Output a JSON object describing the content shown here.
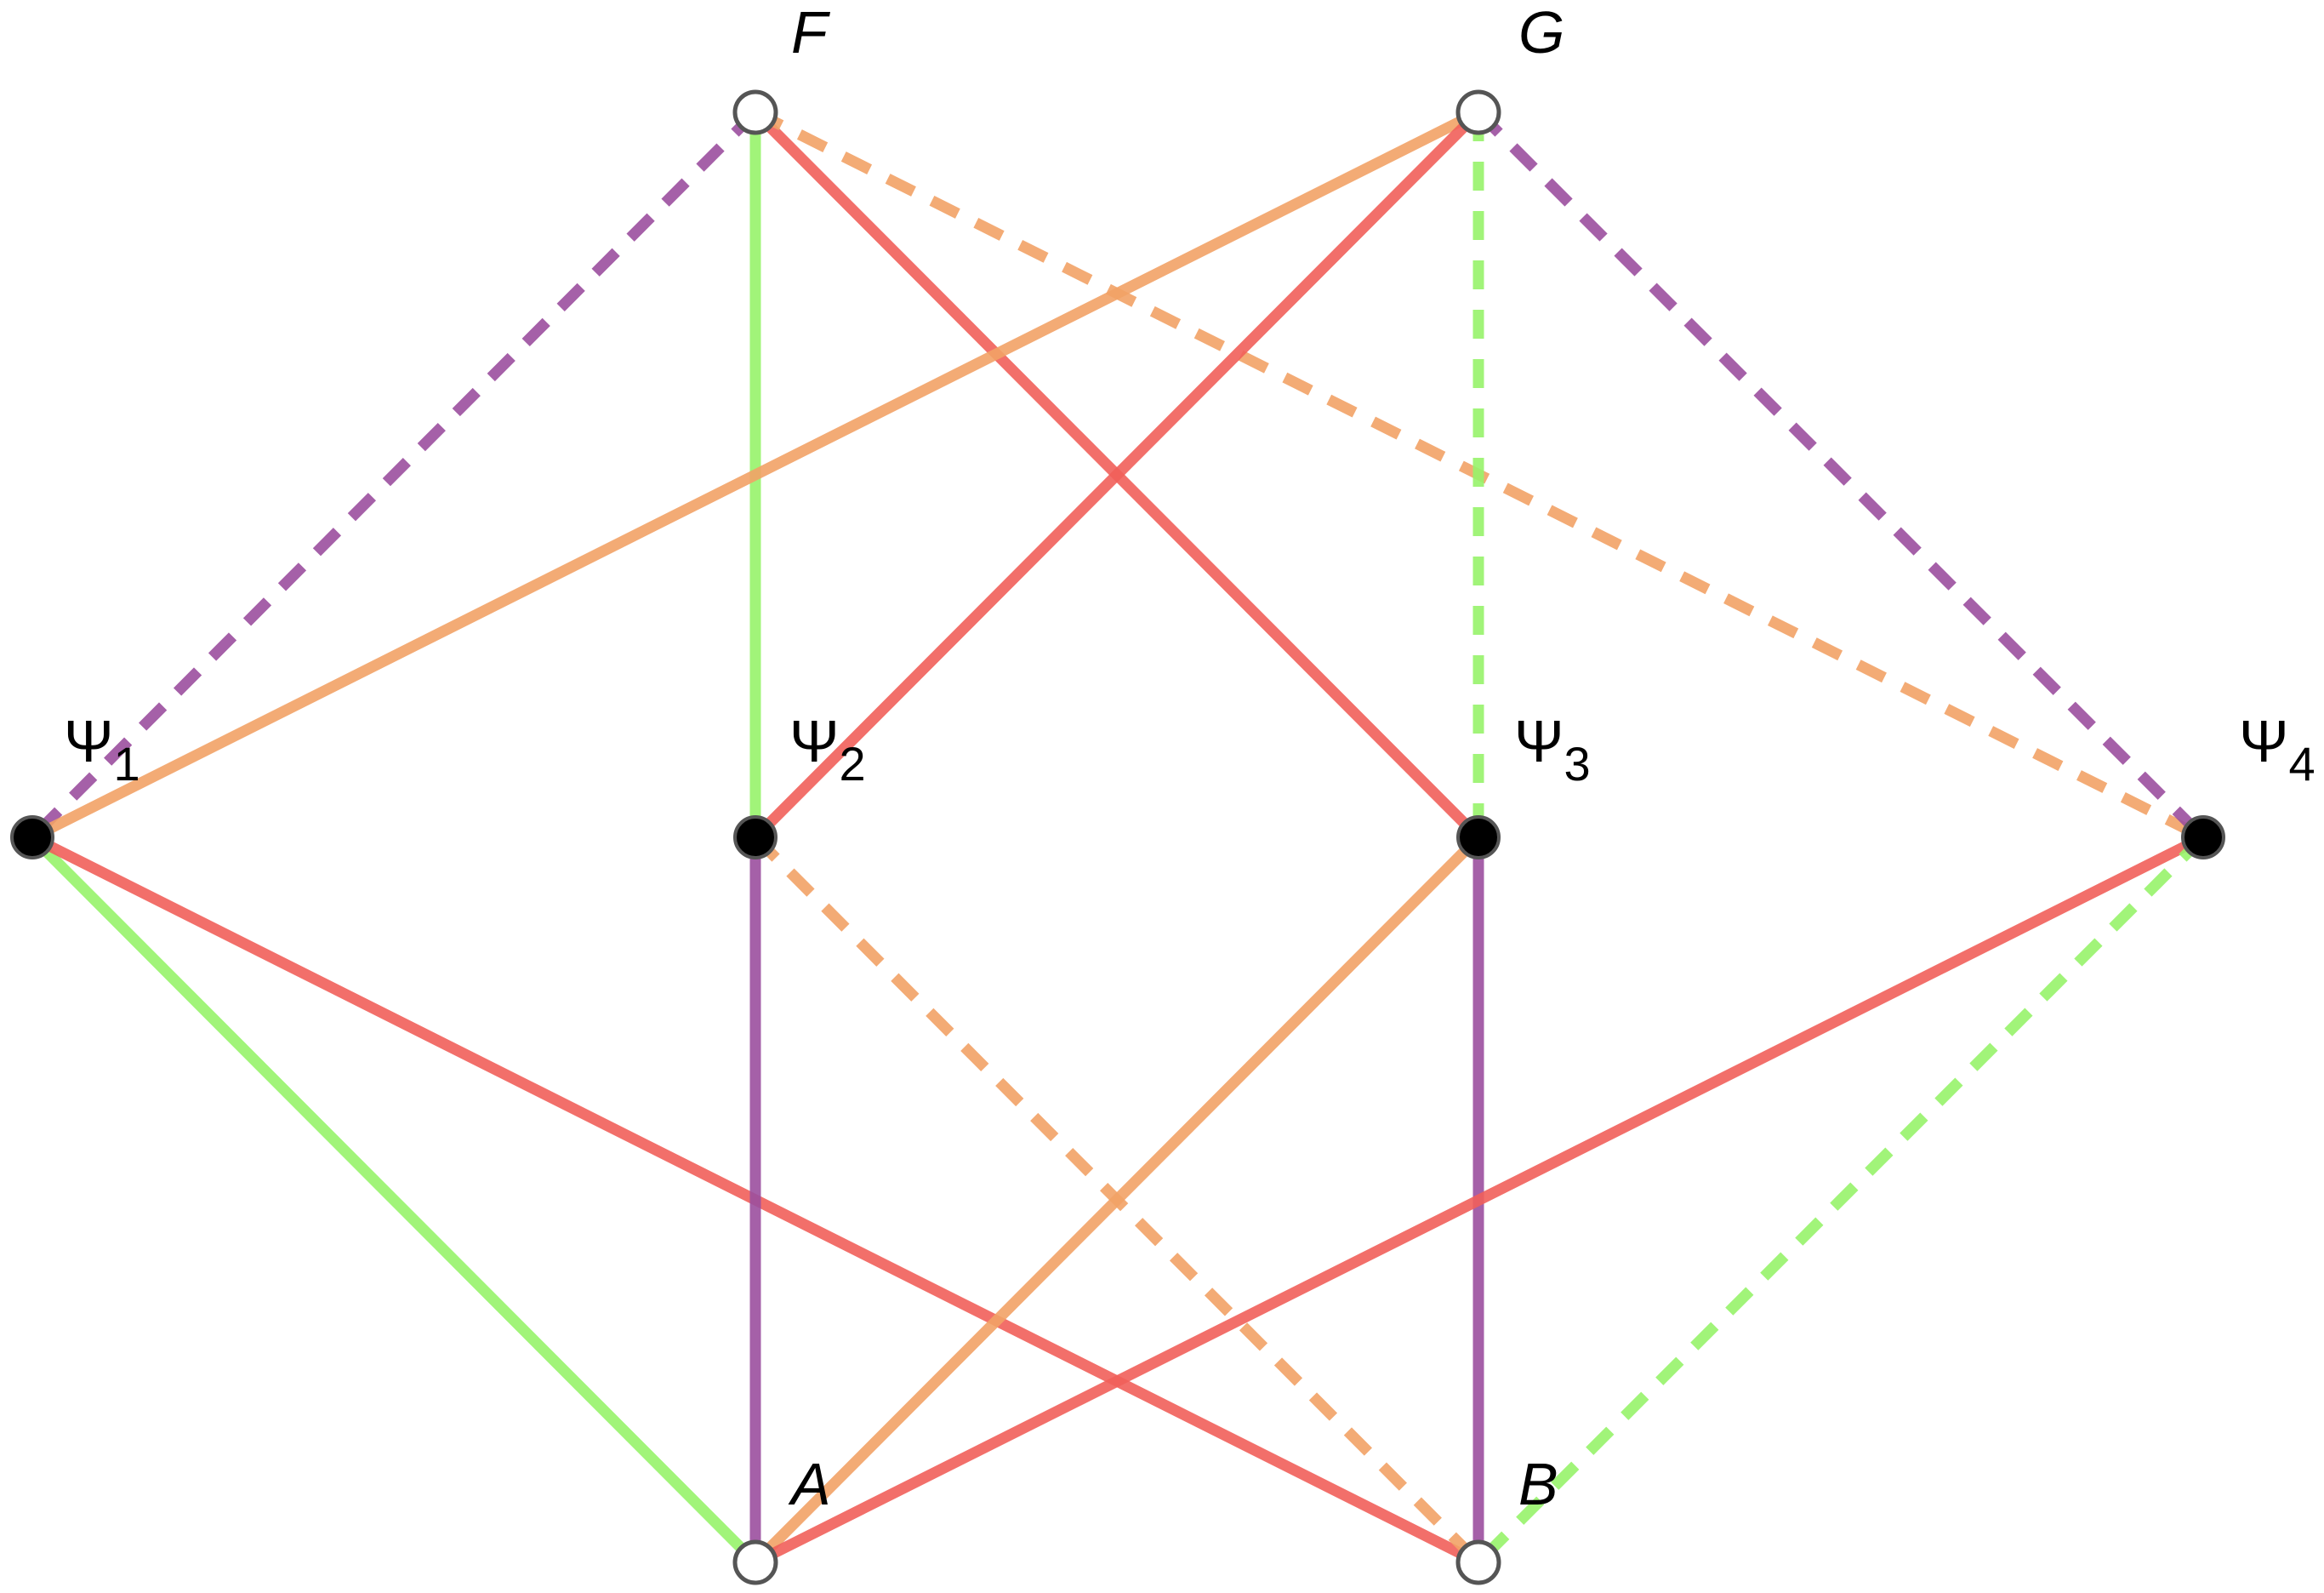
{
  "colors": {
    "purple": "#9b4f9f",
    "green": "#97f36a",
    "orange": "#f2a266",
    "red": "#f15f5a",
    "node_open_fill": "#ffffff",
    "node_filled_fill": "#000000"
  },
  "nodes": [
    {
      "id": "F",
      "type": "open",
      "label": "F",
      "italic": true
    },
    {
      "id": "G",
      "type": "open",
      "label": "G",
      "italic": true
    },
    {
      "id": "psi1",
      "type": "filled",
      "label": "Ψ",
      "sub": "1"
    },
    {
      "id": "psi2",
      "type": "filled",
      "label": "Ψ",
      "sub": "2"
    },
    {
      "id": "psi3",
      "type": "filled",
      "label": "Ψ",
      "sub": "3"
    },
    {
      "id": "psi4",
      "type": "filled",
      "label": "Ψ",
      "sub": "4"
    },
    {
      "id": "A",
      "type": "open",
      "label": "A",
      "italic": true
    },
    {
      "id": "B",
      "type": "open",
      "label": "B",
      "italic": true
    }
  ],
  "edges": [
    {
      "from": "F",
      "to": "psi1",
      "color": "purple",
      "style": "dashed"
    },
    {
      "from": "F",
      "to": "psi2",
      "color": "green",
      "style": "solid"
    },
    {
      "from": "F",
      "to": "psi3",
      "color": "red",
      "style": "solid"
    },
    {
      "from": "F",
      "to": "psi4",
      "color": "orange",
      "style": "dashed"
    },
    {
      "from": "G",
      "to": "psi1",
      "color": "orange",
      "style": "solid"
    },
    {
      "from": "G",
      "to": "psi2",
      "color": "red",
      "style": "solid"
    },
    {
      "from": "G",
      "to": "psi3",
      "color": "green",
      "style": "dashed"
    },
    {
      "from": "G",
      "to": "psi4",
      "color": "purple",
      "style": "dashed"
    },
    {
      "from": "psi1",
      "to": "A",
      "color": "green",
      "style": "solid"
    },
    {
      "from": "psi1",
      "to": "B",
      "color": "red",
      "style": "solid"
    },
    {
      "from": "psi2",
      "to": "A",
      "color": "purple",
      "style": "solid"
    },
    {
      "from": "psi2",
      "to": "B",
      "color": "orange",
      "style": "dashed"
    },
    {
      "from": "psi3",
      "to": "A",
      "color": "orange",
      "style": "solid"
    },
    {
      "from": "psi3",
      "to": "B",
      "color": "purple",
      "style": "solid"
    },
    {
      "from": "psi4",
      "to": "A",
      "color": "red",
      "style": "solid"
    },
    {
      "from": "psi4",
      "to": "B",
      "color": "green",
      "style": "dashed"
    }
  ]
}
